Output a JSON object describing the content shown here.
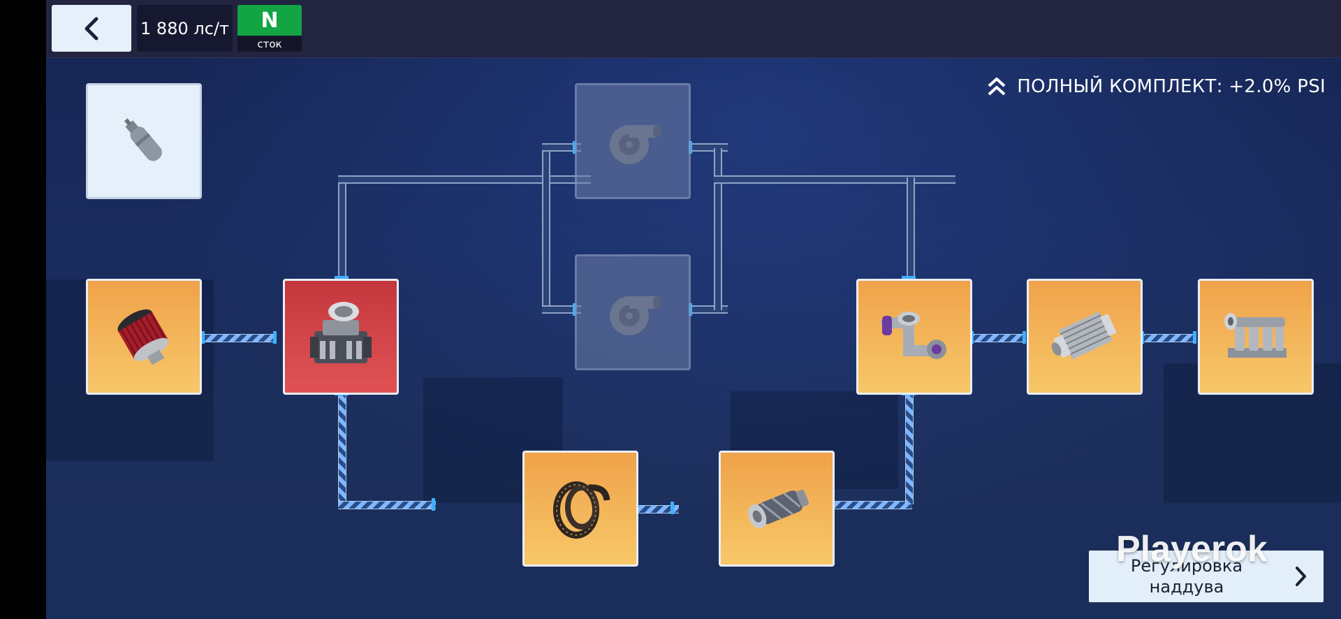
{
  "header": {
    "back_icon": "chevron-left-icon",
    "power_to_weight": "1 880 лс/т",
    "gear": {
      "letter": "N",
      "label": "сток",
      "color": "#13a444"
    }
  },
  "bonus": {
    "icon": "double-chevron-up-icon",
    "text": "ПОЛНЫЙ КОМПЛЕКТ: +2.0% PSI"
  },
  "parts": [
    {
      "name": "nitrous-bottle",
      "icon": "nitrous-bottle-icon",
      "state": "available"
    },
    {
      "name": "air-filter",
      "icon": "air-filter-icon",
      "state": "installed"
    },
    {
      "name": "engine-block",
      "icon": "engine-icon",
      "state": "selected"
    },
    {
      "name": "turbo-top",
      "icon": "turbo-icon",
      "state": "locked"
    },
    {
      "name": "turbo-bottom",
      "icon": "turbo-icon",
      "state": "locked"
    },
    {
      "name": "turbo-kit",
      "icon": "turbo-kit-icon",
      "state": "installed"
    },
    {
      "name": "intercooler",
      "icon": "intercooler-icon",
      "state": "installed"
    },
    {
      "name": "intake-manifold",
      "icon": "intake-manifold-icon",
      "state": "installed"
    },
    {
      "name": "supercharger-belt",
      "icon": "belt-icon",
      "state": "installed"
    },
    {
      "name": "supercharger",
      "icon": "supercharger-icon",
      "state": "installed"
    }
  ],
  "footer": {
    "tune_button_label": "Регулировка\nнаддува",
    "tune_arrow_icon": "chevron-right-icon"
  },
  "watermark": "Playerok",
  "colors": {
    "accent_orange": "#f0a24a",
    "selected_red": "#d2444a",
    "pipe_blue": "#7fb6ff",
    "port_blue": "#3eb0ff"
  }
}
